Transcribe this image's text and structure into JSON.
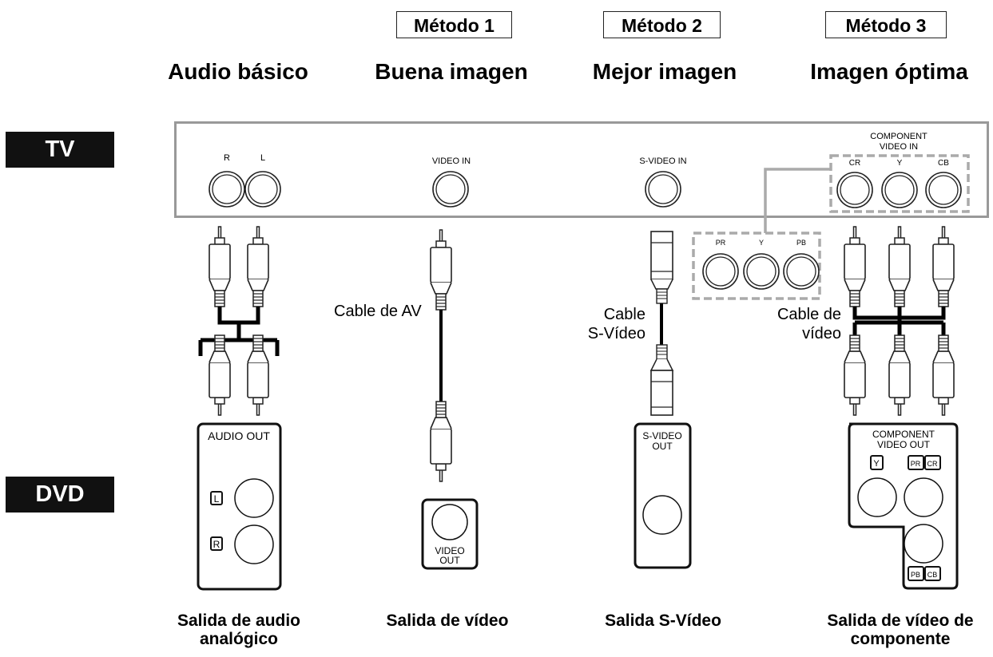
{
  "methods": {
    "m1": "Método 1",
    "m2": "Método 2",
    "m3": "Método 3"
  },
  "columns": {
    "audio": "Audio básico",
    "good": "Buena imagen",
    "better": "Mejor imagen",
    "best": "Imagen óptima"
  },
  "devices": {
    "tv": "TV",
    "dvd": "DVD"
  },
  "tv_panel": {
    "r": "R",
    "l": "L",
    "video_in": "VIDEO IN",
    "svideo_in": "S-VIDEO IN",
    "component_line1": "COMPONENT",
    "component_line2": "VIDEO IN",
    "cr": "CR",
    "y": "Y",
    "cb": "CB"
  },
  "component_alt": {
    "pr": "PR",
    "y": "Y",
    "pb": "PB"
  },
  "cables": {
    "av": "Cable de AV",
    "svideo_line1": "Cable",
    "svideo_line2": "S-Vídeo",
    "video_line1": "Cable de",
    "video_line2": "vídeo"
  },
  "dvd_panels": {
    "audio_out": "AUDIO OUT",
    "audio_l": "L",
    "audio_r": "R",
    "video_out_line1": "VIDEO",
    "video_out_line2": "OUT",
    "svideo_out_line1": "S-VIDEO",
    "svideo_out_line2": "OUT",
    "comp_out_line1": "COMPONENT",
    "comp_out_line2": "VIDEO OUT",
    "comp_y": "Y",
    "comp_pr": "PR",
    "comp_cr": "CR",
    "comp_pb": "PB",
    "comp_cb": "CB"
  },
  "bottom_labels": {
    "audio_line1": "Salida de audio",
    "audio_line2": "analógico",
    "video": "Salida de vídeo",
    "svideo": "Salida S-Vídeo",
    "component_line1": "Salida de vídeo de",
    "component_line2": "componente"
  }
}
